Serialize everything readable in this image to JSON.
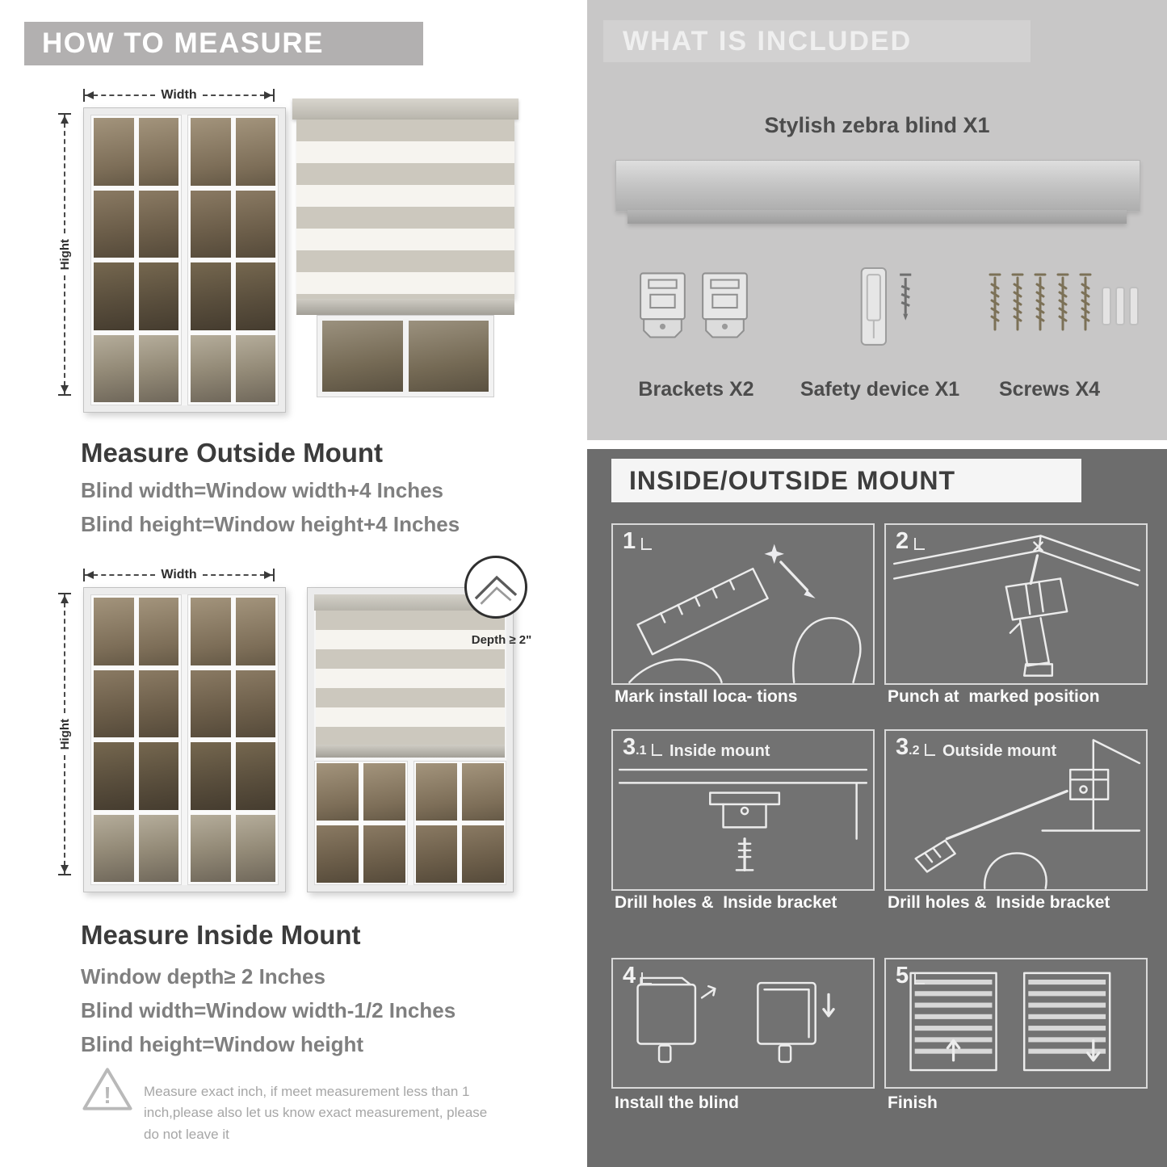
{
  "colors": {
    "left_banner_gray": "#b2b0b0",
    "included_bg": "#c8c7c7",
    "mount_bg": "#6d6d6d",
    "title_text": "#3b3b3b",
    "formula_text": "#7f7f7f"
  },
  "left": {
    "header": "HOW TO MEASURE",
    "outside": {
      "width_label": "Width",
      "height_label": "Hight",
      "title": "Measure Outside Mount",
      "line1": "Blind width=Window width+4 Inches",
      "line2": "Blind height=Window height+4 Inches"
    },
    "inside": {
      "width_label": "Width",
      "height_label": "Hight",
      "depth_label": "Depth ≥ 2\"",
      "title": "Measure Inside Mount",
      "line1": "Window depth≥ 2 Inches",
      "line2": "Blind width=Window width-1/2 Inches",
      "line3": "Blind height=Window height"
    },
    "note": "Measure exact inch, if meet measurement less than 1 inch,please also let us know exact measurement, please do not leave it"
  },
  "included": {
    "header": "WHAT IS INCLUDED",
    "blind_label": "Stylish zebra blind X1",
    "items": [
      {
        "label": "Brackets X2"
      },
      {
        "label": "Safety device X1"
      },
      {
        "label": "Screws X4"
      }
    ]
  },
  "mount": {
    "header": "INSIDE/OUTSIDE MOUNT",
    "steps": [
      {
        "num": "1",
        "sub": "",
        "inner_label": "",
        "caption": "Mark install loca- tions"
      },
      {
        "num": "2",
        "sub": "",
        "inner_label": "",
        "caption": "Punch at  marked position"
      },
      {
        "num": "3",
        "sub": ".1",
        "inner_label": "Inside mount",
        "caption": "Drill holes &  Inside bracket"
      },
      {
        "num": "3",
        "sub": ".2",
        "inner_label": "Outside mount",
        "caption": "Drill holes &  Inside bracket"
      },
      {
        "num": "4",
        "sub": "",
        "inner_label": "",
        "caption": "Install the blind"
      },
      {
        "num": "5",
        "sub": "",
        "inner_label": "",
        "caption": "Finish"
      }
    ]
  }
}
